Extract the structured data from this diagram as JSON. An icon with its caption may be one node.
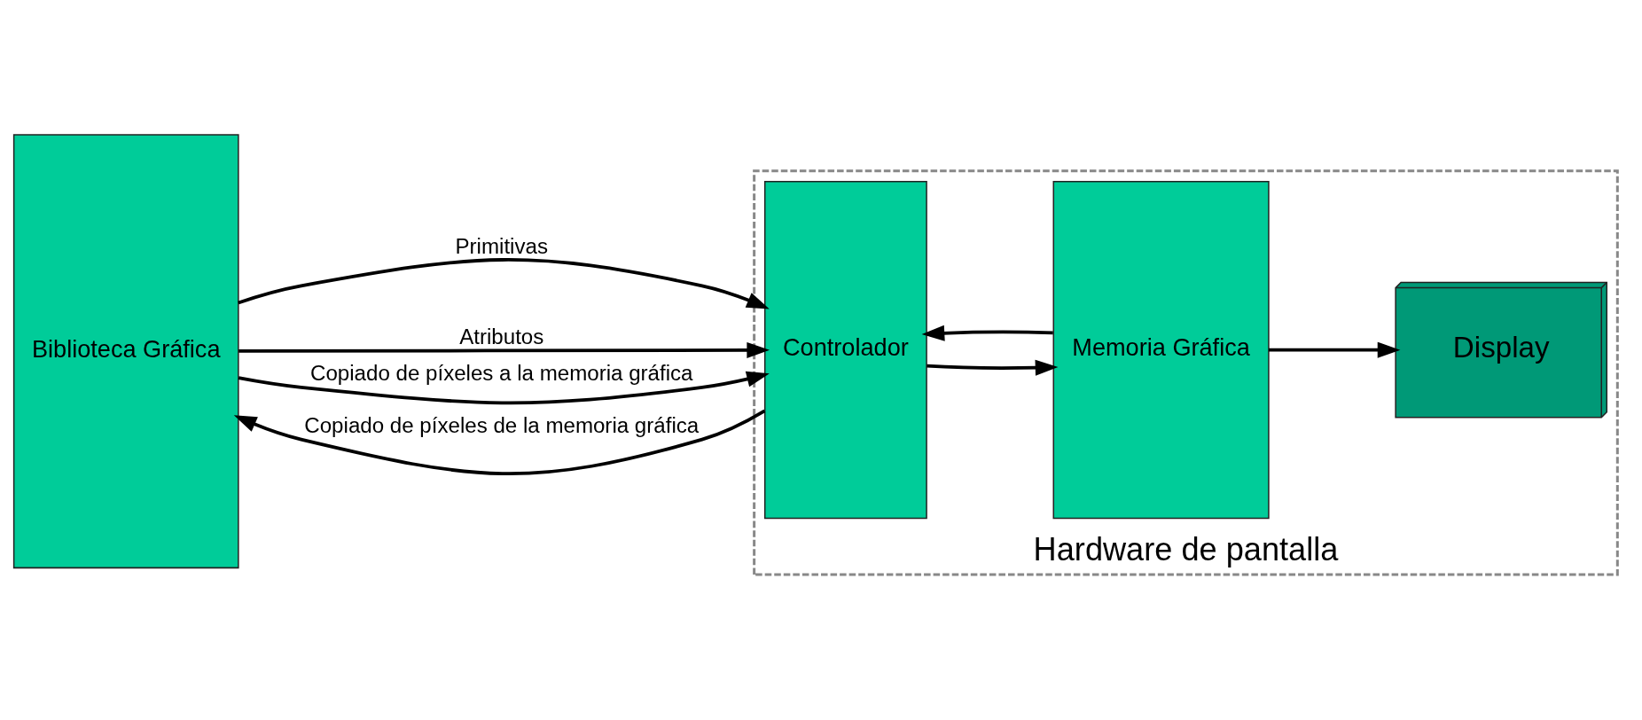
{
  "diagram": {
    "nodes": [
      {
        "text": [
          "Biblioteca Gráfica"
        ]
      },
      {
        "text": [
          "Hardware de pantalla"
        ]
      },
      {
        "text": [
          "Controlador"
        ],
        "in": 1
      },
      {
        "text": [
          "Memoria Gráfica"
        ],
        "in": 1
      },
      {
        "text": [
          "Display"
        ],
        "in": 1
      }
    ],
    "edges": [
      {
        "from": 0,
        "to": 2,
        "arrow": "to",
        "label": "Primitivas"
      },
      {
        "from": 0,
        "to": 2,
        "arrow": "to",
        "label": "Atributos"
      },
      {
        "from": 0,
        "to": 2,
        "arrow": "to",
        "label": "Copiado de píxeles a la memoria gráfica"
      },
      {
        "from": 2,
        "to": 0,
        "arrow": "to",
        "label": "Copiado de píxeles de la memoria gráfica"
      },
      {
        "from": 2,
        "to": 3,
        "arrow": "to"
      },
      {
        "from": 3,
        "to": 2,
        "arrow": "to"
      },
      {
        "from": 3,
        "to": 4,
        "arrow": "to"
      }
    ]
  }
}
